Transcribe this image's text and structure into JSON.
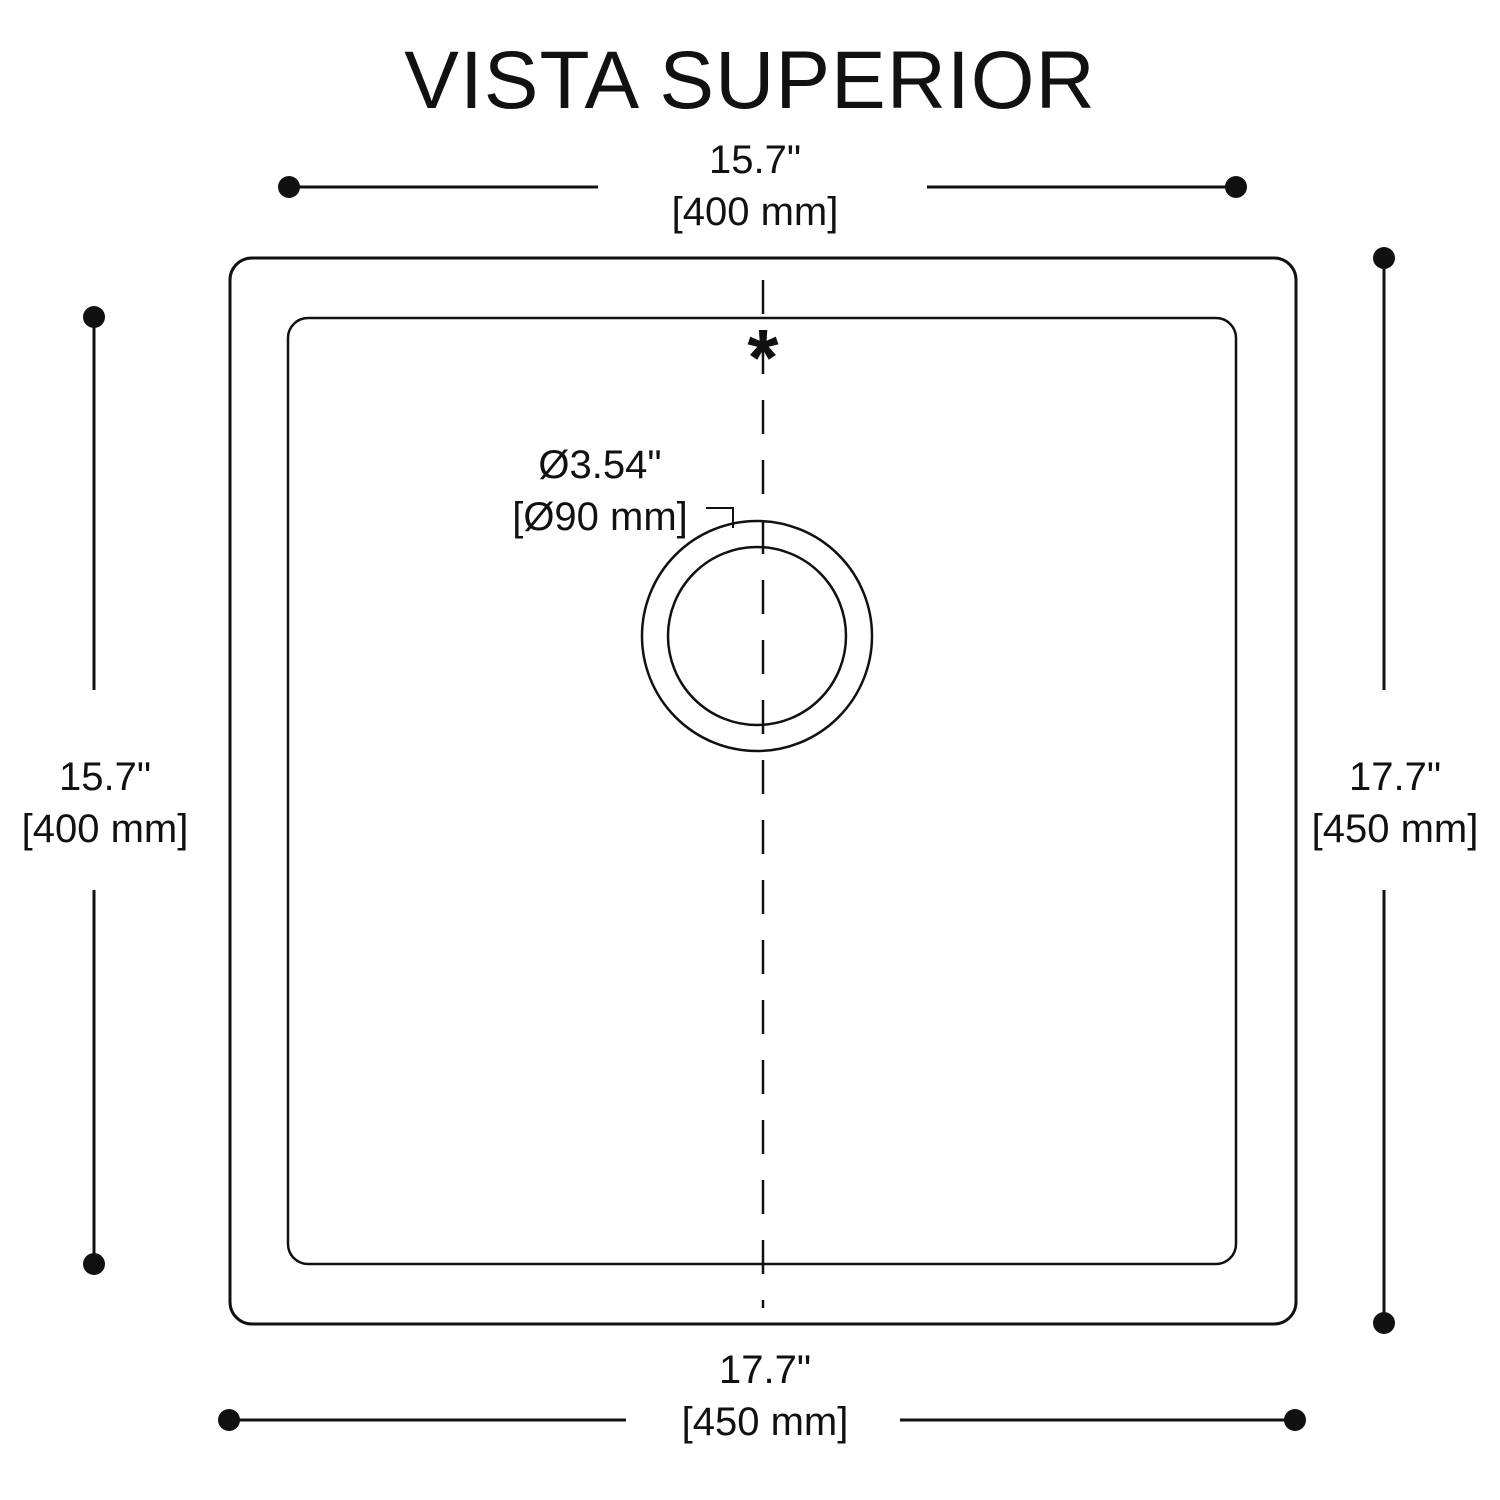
{
  "title": "VISTA SUPERIOR",
  "dimensions": {
    "top_width": {
      "imperial": "15.7\"",
      "metric": "[400 mm]"
    },
    "bottom_width": {
      "imperial": "17.7\"",
      "metric": "[450 mm]"
    },
    "left_height": {
      "imperial": "15.7\"",
      "metric": "[400 mm]"
    },
    "right_height": {
      "imperial": "17.7\"",
      "metric": "[450 mm]"
    },
    "drain_diameter": {
      "imperial": "Ø3.54\"",
      "metric": "[Ø90 mm]"
    }
  },
  "centerline_marker": "*",
  "colors": {
    "line": "#111111",
    "background": "#ffffff"
  }
}
